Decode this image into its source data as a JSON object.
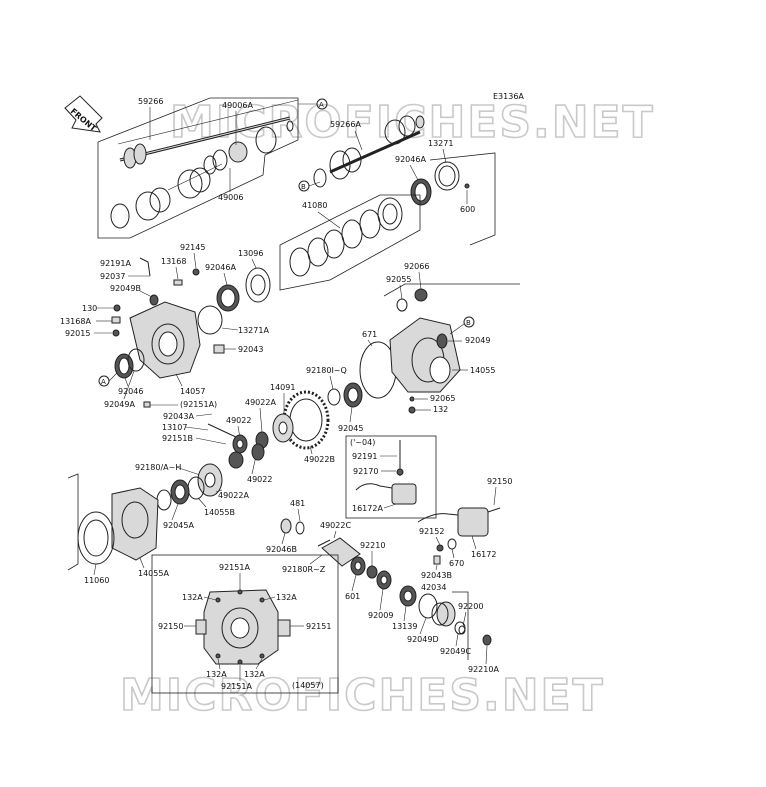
{
  "diagram": {
    "code": "E3136A",
    "front_label": "FRONT",
    "watermark": "MICROFICHES.NET",
    "callouts": {
      "a": "A",
      "b": "B"
    },
    "inset_note": "('~04)",
    "labels": [
      {
        "id": "p59266",
        "text": "59266"
      },
      {
        "id": "p49006a",
        "text": "49006A"
      },
      {
        "id": "p49006",
        "text": "49006"
      },
      {
        "id": "p59266a",
        "text": "59266A"
      },
      {
        "id": "p13271",
        "text": "13271"
      },
      {
        "id": "p92046a_top",
        "text": "92046A"
      },
      {
        "id": "p600",
        "text": "600"
      },
      {
        "id": "p41080",
        "text": "41080"
      },
      {
        "id": "p92191a",
        "text": "92191A"
      },
      {
        "id": "p92145",
        "text": "92145"
      },
      {
        "id": "p13168",
        "text": "13168"
      },
      {
        "id": "p13096",
        "text": "13096"
      },
      {
        "id": "p92046a_mid",
        "text": "92046A"
      },
      {
        "id": "p92037",
        "text": "92037"
      },
      {
        "id": "p92049b",
        "text": "92049B"
      },
      {
        "id": "p130",
        "text": "130"
      },
      {
        "id": "p13168a",
        "text": "13168A"
      },
      {
        "id": "p92015",
        "text": "92015"
      },
      {
        "id": "p13271a",
        "text": "13271A"
      },
      {
        "id": "p92043",
        "text": "92043"
      },
      {
        "id": "p92066",
        "text": "92066"
      },
      {
        "id": "p92055",
        "text": "92055"
      },
      {
        "id": "p671",
        "text": "671"
      },
      {
        "id": "p92049",
        "text": "92049"
      },
      {
        "id": "p14055",
        "text": "14055"
      },
      {
        "id": "p92180iq",
        "text": "92180I~Q"
      },
      {
        "id": "p92065",
        "text": "92065"
      },
      {
        "id": "p132",
        "text": "132"
      },
      {
        "id": "p92045",
        "text": "92045"
      },
      {
        "id": "p14091",
        "text": "14091"
      },
      {
        "id": "p49022a_top",
        "text": "49022A"
      },
      {
        "id": "p92046",
        "text": "92046"
      },
      {
        "id": "p14057",
        "text": "14057"
      },
      {
        "id": "p92049a",
        "text": "92049A"
      },
      {
        "id": "p92151a_paren",
        "text": "(92151A)"
      },
      {
        "id": "p92043a",
        "text": "92043A"
      },
      {
        "id": "p49022_top",
        "text": "49022"
      },
      {
        "id": "p13107",
        "text": "13107"
      },
      {
        "id": "p92151b",
        "text": "92151B"
      },
      {
        "id": "p49022b",
        "text": "49022B"
      },
      {
        "id": "p92180ah",
        "text": "92180/A~H"
      },
      {
        "id": "p49022_mid",
        "text": "49022"
      },
      {
        "id": "p49022a_mid",
        "text": "49022A"
      },
      {
        "id": "p14055b",
        "text": "14055B"
      },
      {
        "id": "p92045a",
        "text": "92045A"
      },
      {
        "id": "p92191",
        "text": "92191"
      },
      {
        "id": "p92170",
        "text": "92170"
      },
      {
        "id": "p16172a",
        "text": "16172A"
      },
      {
        "id": "p92150_right",
        "text": "92150"
      },
      {
        "id": "p481",
        "text": "481"
      },
      {
        "id": "p49022c",
        "text": "49022C"
      },
      {
        "id": "p92046b",
        "text": "92046B"
      },
      {
        "id": "p92180rz",
        "text": "92180R~Z"
      },
      {
        "id": "p92210",
        "text": "92210"
      },
      {
        "id": "p14055a",
        "text": "14055A"
      },
      {
        "id": "p11060",
        "text": "11060"
      },
      {
        "id": "p601",
        "text": "601"
      },
      {
        "id": "p92009",
        "text": "92009"
      },
      {
        "id": "p92152",
        "text": "92152"
      },
      {
        "id": "p670",
        "text": "670"
      },
      {
        "id": "p16172",
        "text": "16172"
      },
      {
        "id": "p92043b",
        "text": "92043B"
      },
      {
        "id": "p42034",
        "text": "42034"
      },
      {
        "id": "p13139",
        "text": "13139"
      },
      {
        "id": "p92049d",
        "text": "92049D"
      },
      {
        "id": "p92200",
        "text": "92200"
      },
      {
        "id": "p92049c",
        "text": "92049C"
      },
      {
        "id": "p92210a",
        "text": "92210A"
      },
      {
        "id": "p92151a_top",
        "text": "92151A"
      },
      {
        "id": "p132a_tl",
        "text": "132A"
      },
      {
        "id": "p132a_tr",
        "text": "132A"
      },
      {
        "id": "p92150_box",
        "text": "92150"
      },
      {
        "id": "p92151_box",
        "text": "92151"
      },
      {
        "id": "p132a_bl",
        "text": "132A"
      },
      {
        "id": "p132a_br",
        "text": "132A"
      },
      {
        "id": "p92151a_bottom",
        "text": "92151A"
      },
      {
        "id": "p14057_box",
        "text": "(14057)"
      }
    ]
  }
}
